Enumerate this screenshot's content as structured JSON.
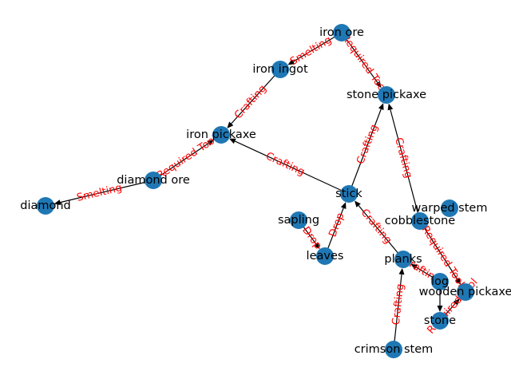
{
  "graph": {
    "node_color": "#1f77b4",
    "edge_label_color": "#ff0000",
    "nodes": [
      {
        "id": "iron_ore",
        "label": "iron ore"
      },
      {
        "id": "iron_ingot",
        "label": "iron ingot"
      },
      {
        "id": "stone_pickaxe",
        "label": "stone pickaxe"
      },
      {
        "id": "iron_pickaxe",
        "label": "iron pickaxe"
      },
      {
        "id": "diamond_ore",
        "label": "diamond ore"
      },
      {
        "id": "diamond",
        "label": "diamond"
      },
      {
        "id": "stick",
        "label": "stick"
      },
      {
        "id": "sapling",
        "label": "sapling"
      },
      {
        "id": "leaves",
        "label": "leaves"
      },
      {
        "id": "warped_stem",
        "label": "warped stem"
      },
      {
        "id": "cobblestone",
        "label": "cobblestone"
      },
      {
        "id": "planks",
        "label": "planks"
      },
      {
        "id": "log",
        "label": "log"
      },
      {
        "id": "wooden_pickaxe",
        "label": "wooden pickaxe"
      },
      {
        "id": "stone",
        "label": "stone"
      },
      {
        "id": "crimson_stem",
        "label": "crimson stem"
      }
    ],
    "edges": [
      {
        "from": "iron_ore",
        "to": "iron_ingot",
        "label": "Smelting"
      },
      {
        "from": "iron_ore",
        "to": "stone_pickaxe",
        "label": "Required Tool"
      },
      {
        "from": "iron_ingot",
        "to": "iron_pickaxe",
        "label": "Crafting"
      },
      {
        "from": "stick",
        "to": "iron_pickaxe",
        "label": "Crafting"
      },
      {
        "from": "diamond_ore",
        "to": "iron_pickaxe",
        "label": "Required Tool"
      },
      {
        "from": "diamond_ore",
        "to": "diamond",
        "label": "Smelting"
      },
      {
        "from": "stick",
        "to": "stone_pickaxe",
        "label": "Crafting"
      },
      {
        "from": "cobblestone",
        "to": "stone_pickaxe",
        "label": "Crafting"
      },
      {
        "from": "sapling",
        "to": "leaves",
        "label": "Drop"
      },
      {
        "from": "leaves",
        "to": "stick",
        "label": "Drop"
      },
      {
        "from": "planks",
        "to": "stick",
        "label": "Crafting"
      },
      {
        "from": "log",
        "to": "planks",
        "label": "Crafting"
      },
      {
        "from": "crimson_stem",
        "to": "planks",
        "label": "Crafting"
      },
      {
        "from": "cobblestone",
        "to": "wooden_pickaxe",
        "label": "Required Tool"
      },
      {
        "from": "log",
        "to": "stone",
        "label": ""
      },
      {
        "from": "stone",
        "to": "wooden_pickaxe",
        "label": "Required Tool"
      }
    ]
  }
}
